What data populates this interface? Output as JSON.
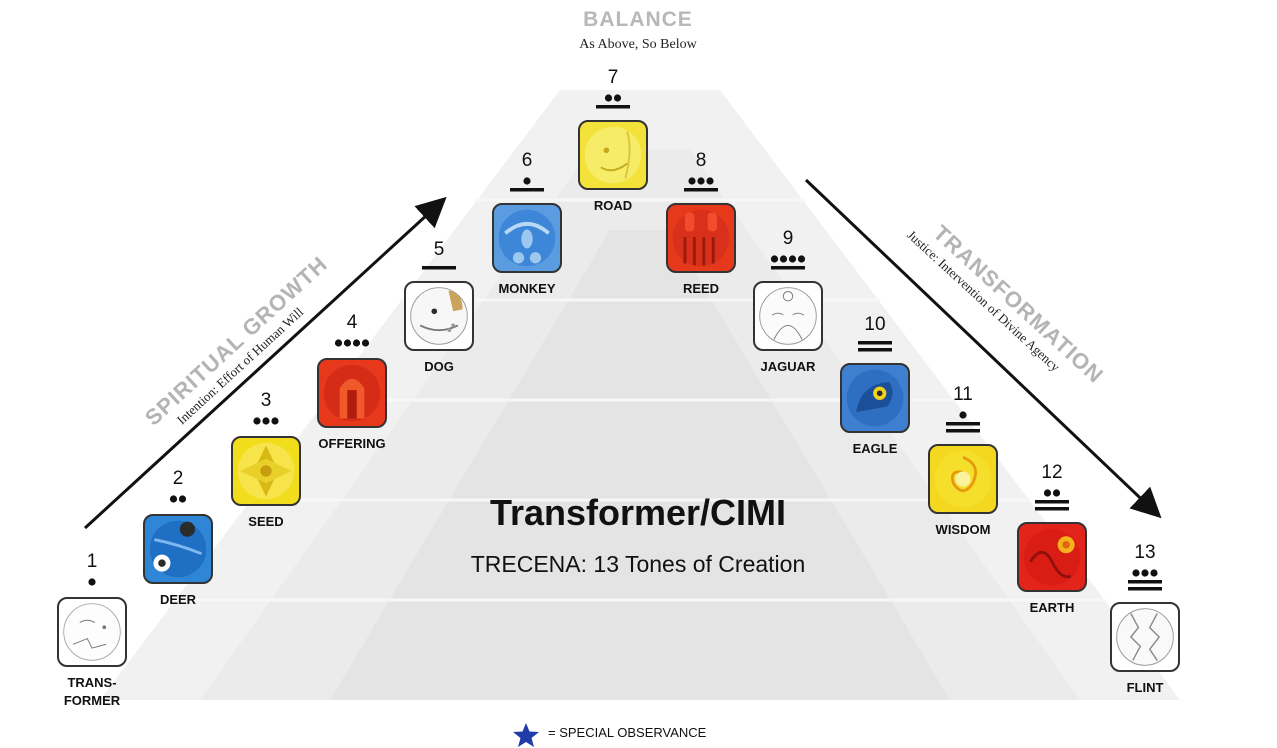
{
  "header": {
    "balance_title": "BALANCE",
    "balance_subtitle": "As Above, So Below"
  },
  "left_diagonal": {
    "title": "SPIRITUAL GROWTH",
    "subtitle": "Intention: Effort of Human Will"
  },
  "right_diagonal": {
    "title": "TRANSFORMATION",
    "subtitle": "Justice: Intervention of Divine Agency"
  },
  "center": {
    "title": "Transformer/CIMI",
    "subtitle": "TRECENA: 13 Tones of Creation"
  },
  "legend": {
    "label": "= SPECIAL OBSERVANCE",
    "star_color": "#1f3ca8"
  },
  "tones": [
    {
      "number": "1",
      "dots": 1,
      "bars": 0,
      "label": "TRANS-\nFORMER",
      "icon": "transformer-glyph-icon",
      "color": "#ffffff"
    },
    {
      "number": "2",
      "dots": 2,
      "bars": 0,
      "label": "DEER",
      "icon": "deer-glyph-icon",
      "color": "#2f86d6"
    },
    {
      "number": "3",
      "dots": 3,
      "bars": 0,
      "label": "SEED",
      "icon": "seed-glyph-icon",
      "color": "#f1dd1c"
    },
    {
      "number": "4",
      "dots": 4,
      "bars": 0,
      "label": "OFFERING",
      "icon": "offering-glyph-icon",
      "color": "#e8381b"
    },
    {
      "number": "5",
      "dots": 0,
      "bars": 1,
      "label": "DOG",
      "icon": "dog-glyph-icon",
      "color": "#ffffff"
    },
    {
      "number": "6",
      "dots": 1,
      "bars": 1,
      "label": "MONKEY",
      "icon": "monkey-glyph-icon",
      "color": "#5b9be0"
    },
    {
      "number": "7",
      "dots": 2,
      "bars": 1,
      "label": "ROAD",
      "icon": "road-glyph-icon",
      "color": "#f3e23a"
    },
    {
      "number": "8",
      "dots": 3,
      "bars": 1,
      "label": "REED",
      "icon": "reed-glyph-icon",
      "color": "#e6391b"
    },
    {
      "number": "9",
      "dots": 4,
      "bars": 1,
      "label": "JAGUAR",
      "icon": "jaguar-glyph-icon",
      "color": "#ffffff"
    },
    {
      "number": "10",
      "dots": 0,
      "bars": 2,
      "label": "EAGLE",
      "icon": "eagle-glyph-icon",
      "color": "#3f7fcf"
    },
    {
      "number": "11",
      "dots": 1,
      "bars": 2,
      "label": "WISDOM",
      "icon": "wisdom-glyph-icon",
      "color": "#f4d81f"
    },
    {
      "number": "12",
      "dots": 2,
      "bars": 2,
      "label": "EARTH",
      "icon": "earth-glyph-icon",
      "color": "#e2241a"
    },
    {
      "number": "13",
      "dots": 3,
      "bars": 2,
      "label": "FLINT",
      "icon": "flint-glyph-icon",
      "color": "#ffffff"
    }
  ]
}
